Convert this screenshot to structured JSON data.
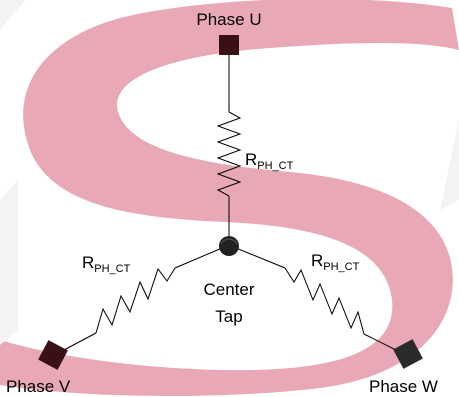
{
  "diagram": {
    "nodes": {
      "phase_u": {
        "label": "Phase U"
      },
      "phase_v": {
        "label": "Phase V"
      },
      "phase_w": {
        "label": "Phase W"
      },
      "center": {
        "label_line1": "Center",
        "label_line2": "Tap"
      }
    },
    "resistors": [
      {
        "main": "R",
        "sub": "PH_CT"
      },
      {
        "main": "R",
        "sub": "PH_CT"
      },
      {
        "main": "R",
        "sub": "PH_CT"
      }
    ]
  },
  "colors": {
    "watermark": "#e8a8b6",
    "terminal": "#3a1014",
    "wire": "#000000",
    "center_dot": "#222222"
  }
}
